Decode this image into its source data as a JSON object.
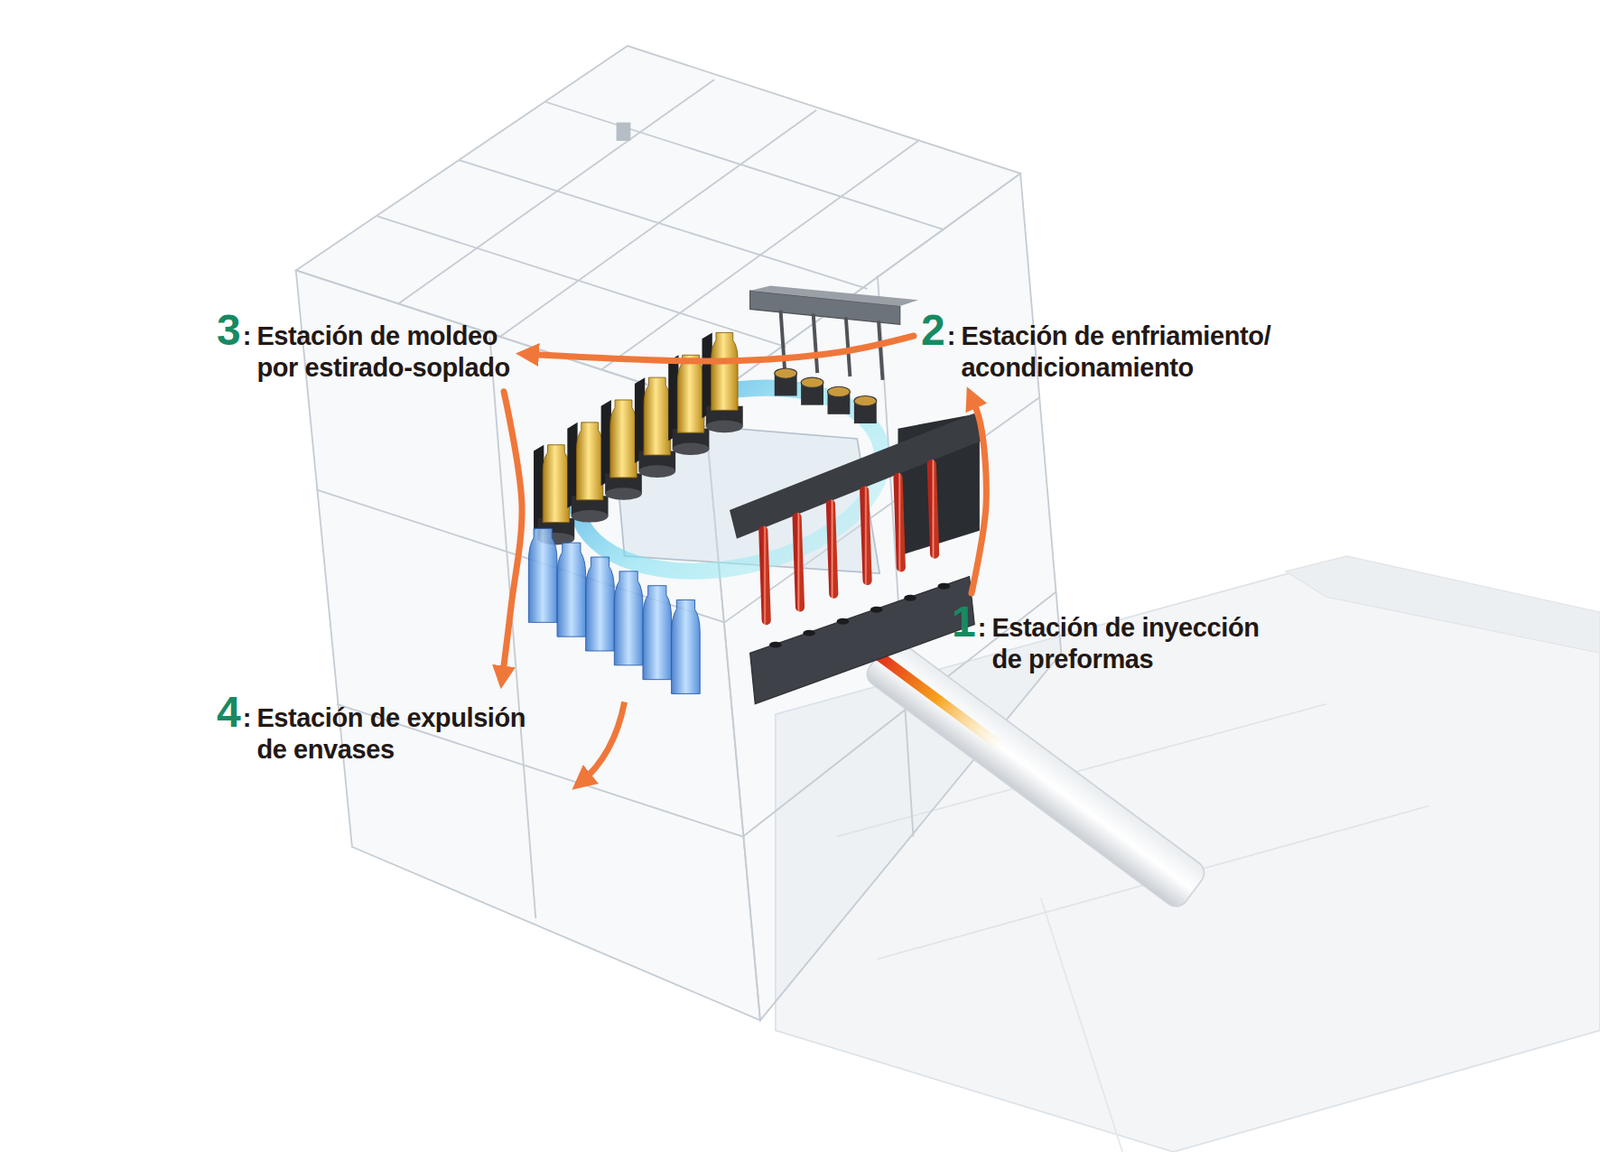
{
  "diagram": {
    "nodes": [
      {
        "text": [
          "3",
          ":",
          "Estación de moldeo por estirado-soplado"
        ]
      },
      {
        "text": [
          "2",
          ":",
          "Estación de enfriamiento/ acondicionamiento"
        ]
      },
      {
        "text": [
          "1",
          ":",
          "Estación de inyección de preformas"
        ]
      },
      {
        "text": [
          "4",
          ":",
          "Estación de expulsión de envases"
        ]
      }
    ],
    "edges": [
      {
        "from": 2,
        "to": 1,
        "arrow": "to"
      },
      {
        "from": 1,
        "to": 0,
        "arrow": "to"
      },
      {
        "from": 0,
        "to": 3,
        "arrow": "to"
      }
    ]
  }
}
